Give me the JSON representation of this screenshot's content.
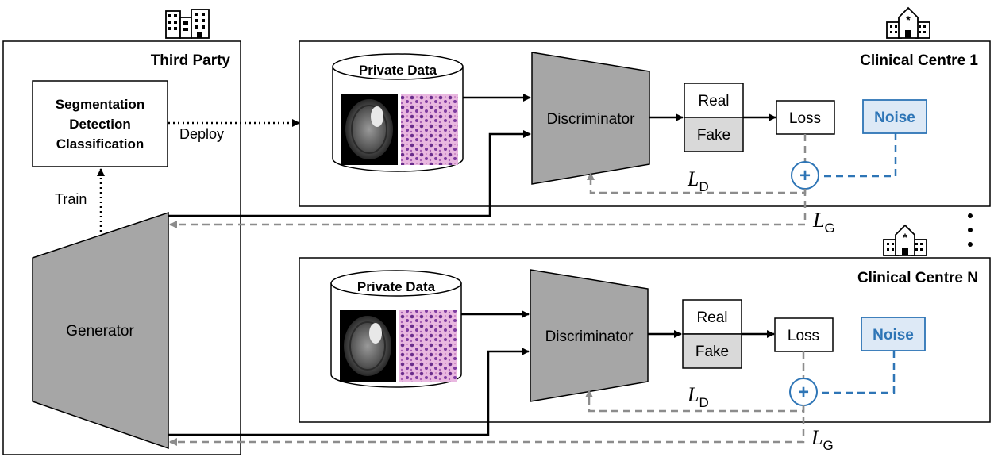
{
  "third_party": {
    "title": "Third Party",
    "tasks": [
      "Segmentation",
      "Detection",
      "Classification"
    ],
    "deploy_label": "Deploy",
    "train_label": "Train",
    "generator_label": "Generator"
  },
  "centres": [
    {
      "title": "Clinical Centre 1",
      "private_data_label": "Private Data",
      "discriminator_label": "Discriminator",
      "real_label": "Real",
      "fake_label": "Fake",
      "loss_label": "Loss",
      "noise_label": "Noise",
      "plus_symbol": "+",
      "ld_main": "L",
      "ld_sub": "D",
      "lg_main": "L",
      "lg_sub": "G"
    },
    {
      "title": "Clinical Centre N",
      "private_data_label": "Private Data",
      "discriminator_label": "Discriminator",
      "real_label": "Real",
      "fake_label": "Fake",
      "loss_label": "Loss",
      "noise_label": "Noise",
      "plus_symbol": "+",
      "ld_main": "L",
      "ld_sub": "D",
      "lg_main": "L",
      "lg_sub": "G"
    }
  ],
  "colors": {
    "gray_fill": "#a6a6a6",
    "fake_fill": "#d9d9d9",
    "noise_blue": "#2e75b6",
    "noise_fill": "#dde9f6",
    "dashed_gray": "#8c8c8c"
  },
  "icons": [
    "building-icon",
    "hospital-icon",
    "vertical-ellipsis-icon",
    "mri-image",
    "histology-image"
  ]
}
